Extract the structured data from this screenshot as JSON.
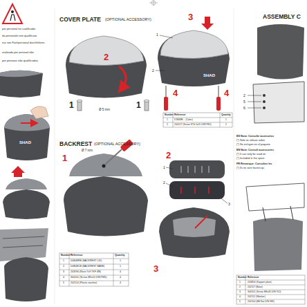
{
  "diagram": {
    "labels": [
      "por personal no cualificado.",
      "da personale non qualificato.",
      "nur von Fachpersonal durchführen.",
      "realizada por pessoal não",
      "por pessoas não qualificadas.",
      "SHAD",
      "COVER PLATE",
      "(OPTIONAL ACCESSORY)",
      "1",
      "2",
      "1",
      "Ø 5 mm",
      "1",
      "2",
      "3",
      "4",
      "4",
      "SHAD",
      "Number",
      "Reference",
      "Quantity",
      "1",
      "D1B48E... (Color)",
      "1",
      "2",
      "204127 (Screw ST4.2x15 DIN7981)",
      "2",
      "BACKREST",
      "(OPTIONAL ACCESSORY)",
      "1",
      "Ø 7 mm",
      "2",
      "1",
      "2",
      "3",
      "3",
      "Number",
      "Reference",
      "Quantity",
      "1",
      "D0B48RB (BACKREST LID)",
      "1",
      "2",
      "D0B48CB (BACKREST BASE)",
      "1",
      "3",
      "203590 (Rivet 7x9 TKF Ø8)",
      "4",
      "4",
      "304101 (Screw M5x10 DIN7985)",
      "4",
      "5",
      "202114 (Plastic washer)",
      "4",
      "ASSEMBLY C",
      "2",
      "5",
      "6",
      "ES Nota: Consulte accesorios",
      "(*) Sólo se utilizan sobre",
      "(*) Se incluyen en el paquete",
      "EN Note: Consult accessories",
      "(*) It can only be used on",
      "(*) Included in the spare",
      "FR Remarque: Consultez les",
      "(*) Ils ne sont fournis qu",
      "Number",
      "Reference",
      "1",
      "203854 (Support plate)",
      "2",
      "202117 (Base)",
      "3",
      "304101 (Screw M6x45 DIN 912)",
      "4",
      "202112 (Washer)",
      "5",
      "202100 (M6 Nut DIN 985)"
    ]
  }
}
